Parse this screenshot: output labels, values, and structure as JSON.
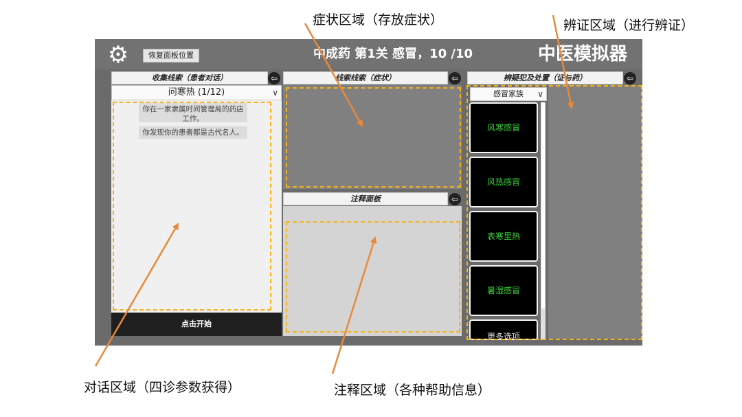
{
  "callouts": {
    "symptom_area": "症状区域（存放症状）",
    "diagnosis_area": "辨证区域（进行辨证）",
    "dialog_area": "对话区域（四诊参数获得）",
    "note_area": "注释区域（各种帮助信息）"
  },
  "app": {
    "reset_label": "恢复面板位置",
    "level_text": "中成药  第1关  感冒，10 /10",
    "title": "中医模拟器"
  },
  "collect_panel": {
    "header": "收集线索（患者对话）",
    "dropdown_value": "问寒热 (1/12)",
    "messages": [
      "你在一家隶属时间管理局的药店工作。",
      "你发现你的患者都是古代名人。"
    ],
    "start_label": "点击开始"
  },
  "symptom_panel": {
    "header": "线索线索（症状）"
  },
  "note_panel": {
    "header": "注释面板"
  },
  "diagnosis_panel": {
    "header": "辨疑犯及处置（证与药）",
    "family_value": "感冒家族",
    "cards": [
      "风寒感冒",
      "风热感冒",
      "表寒里热",
      "暑湿感冒"
    ],
    "more_label": "更多选项"
  },
  "colors": {
    "highlight": "#f4b21c",
    "arrow": "#e8893a",
    "card_text": "#3cd03c"
  }
}
